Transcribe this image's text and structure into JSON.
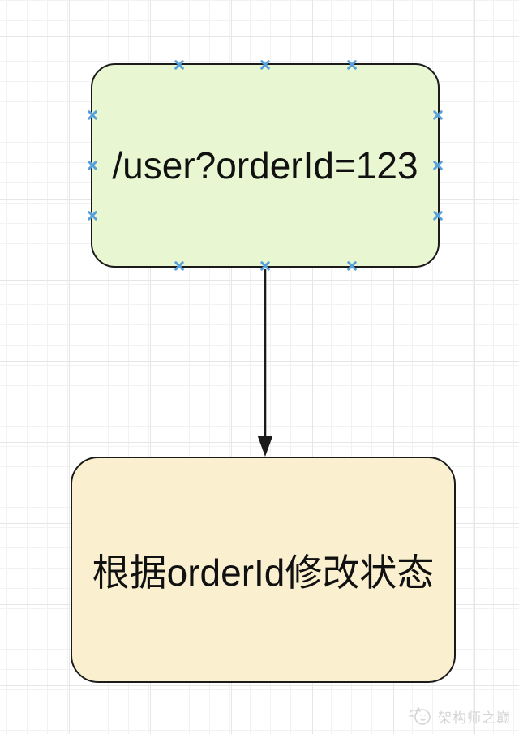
{
  "canvas": {
    "grid": "on",
    "background": "#ffffff",
    "grid_minor_color": "#f2f2f2",
    "grid_major_color": "#e6e6e6"
  },
  "diagram": {
    "nodes": [
      {
        "id": "endpoint",
        "label": "/user?orderId=123",
        "shape": "rounded-rectangle",
        "fill": "#e9f6d2",
        "border_color": "#1b1b1b",
        "selected": true
      },
      {
        "id": "action",
        "label": "根据orderId修改状态",
        "shape": "rounded-rectangle",
        "fill": "#faf0d0",
        "border_color": "#1b1b1b",
        "selected": false
      }
    ],
    "connector": {
      "type": "straight-arrow",
      "from": "endpoint-bottom-center",
      "to": "action-top-center",
      "color": "#1b1b1b"
    },
    "selection_handles": {
      "icon": "x-connection-point",
      "color": "#58a0da",
      "per_side": 3,
      "total": 12
    }
  },
  "watermark": {
    "icon": "cat-doodle-logo-icon",
    "text": "架构师之巅",
    "color": "#d5d5d5"
  }
}
